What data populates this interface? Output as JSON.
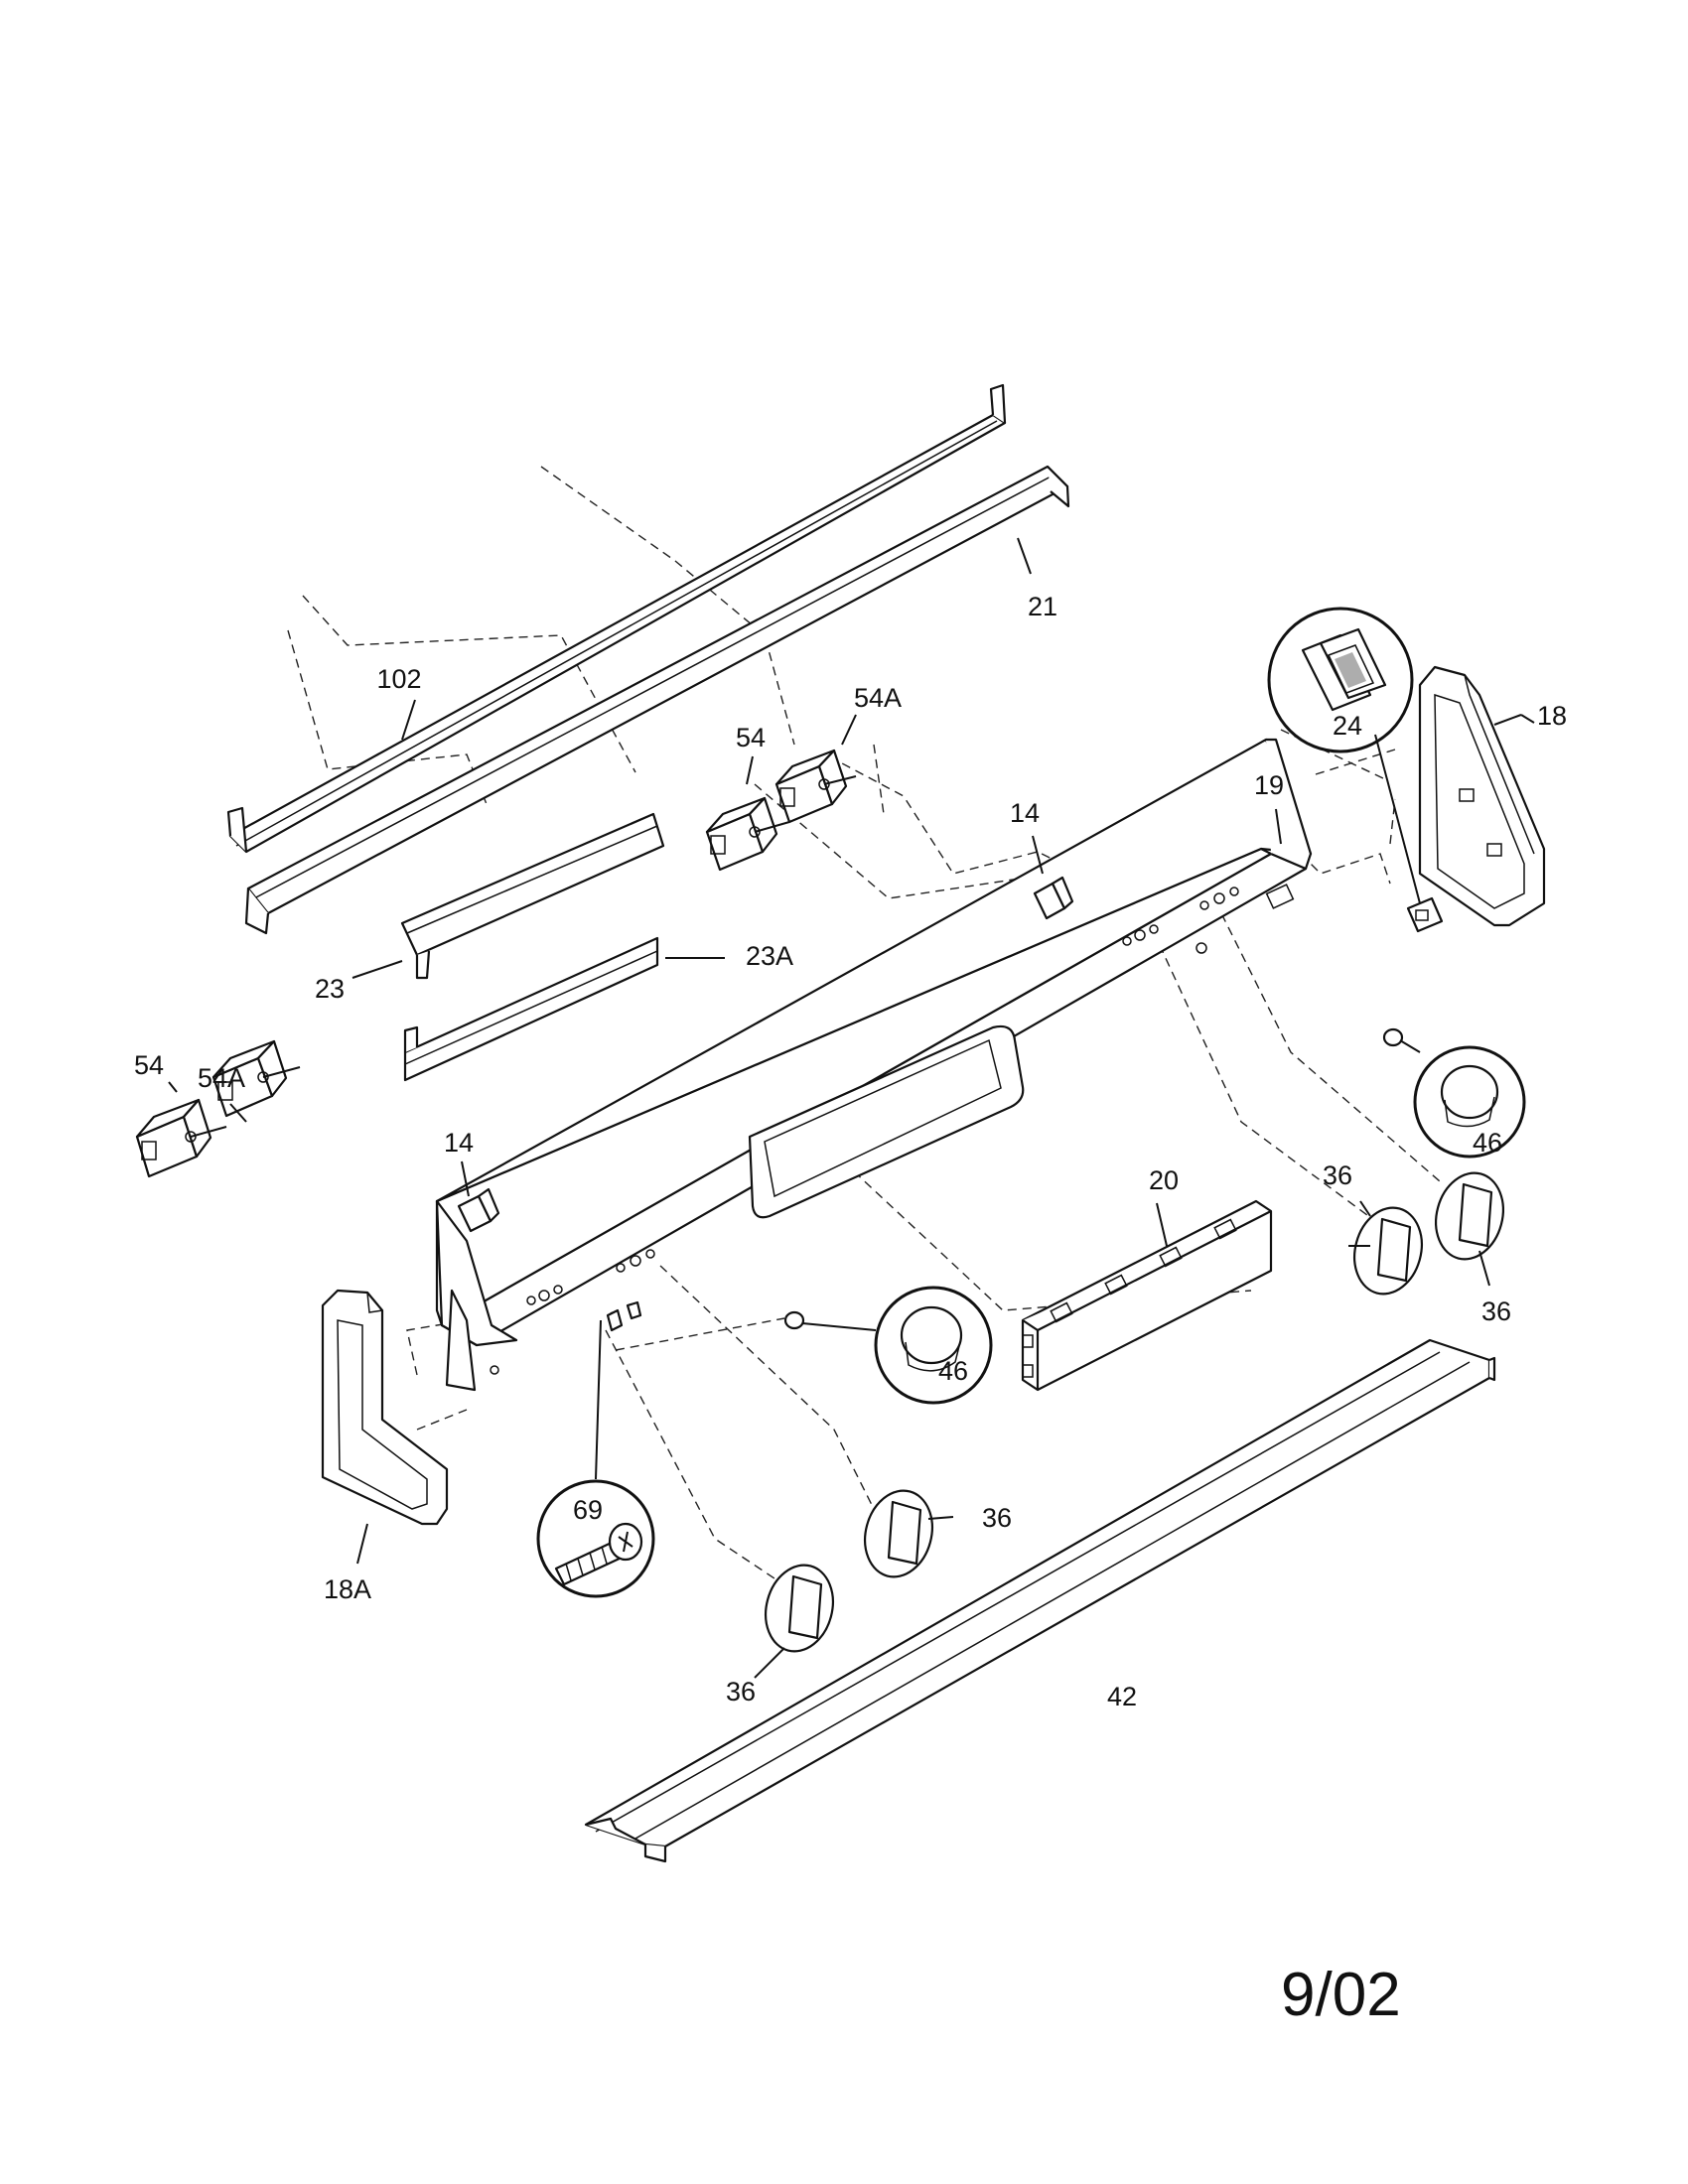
{
  "diagram": {
    "date_code": "9/02",
    "callouts": {
      "c102": "102",
      "c21": "21",
      "c54_top": "54",
      "c54A_top": "54A",
      "c14_top": "14",
      "c19": "19",
      "c24": "24",
      "c18": "18",
      "c23": "23",
      "c23A": "23A",
      "c54A_left": "54A",
      "c54_left": "54",
      "c14_left": "14",
      "c46_right": "46",
      "c20": "20",
      "c36_a": "36",
      "c36_b": "36",
      "c46_center": "46",
      "c69": "69",
      "c36_c": "36",
      "c36_d": "36",
      "c18A": "18A",
      "c42": "42"
    }
  }
}
